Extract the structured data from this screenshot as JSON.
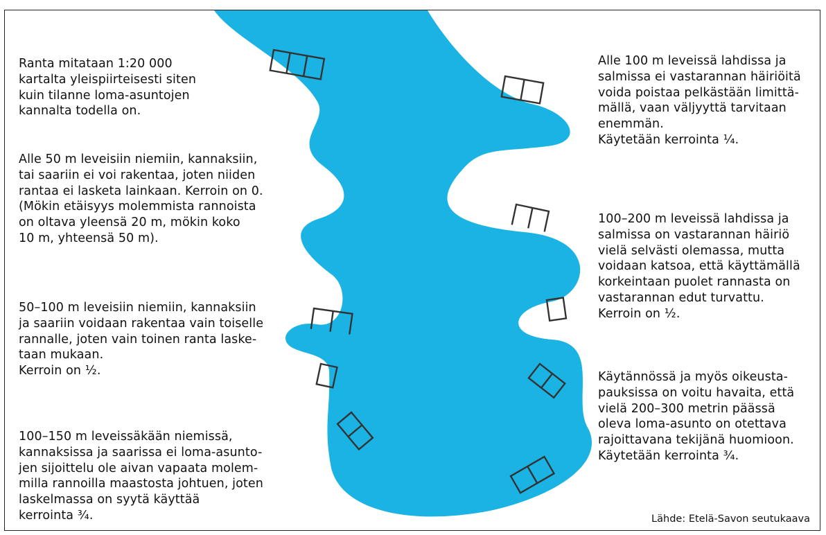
{
  "left_column": [
    {
      "text": "Ranta mitataan 1:20 000\nkartalta yleispiirteisesti siten\nkuin tilanne loma-asuntojen\nkannalta todella on."
    },
    {
      "text": "Alle 50 m leveisiin niemiin, kannaksiin,\ntai saariin ei voi rakentaa, joten niiden\nrantaa ei lasketa lainkaan. Kerroin on 0.\n(Mökin etäisyys molemmista rannoista\non oltava yleensä 20 m, mökin koko\n10 m, yhteensä 50 m)."
    },
    {
      "text": "50–100 m leveisiin niemiin, kannaksiin\nja saariin voidaan rakentaa vain toiselle\nrannalle, joten vain toinen ranta laske-\ntaan mukaan.\nKerroin on ½."
    },
    {
      "text": "100–150 m leveissäkään niemissä,\nkannaksissa ja saarissa ei loma-asunto-\njen sijoittelu ole aivan vapaata molem-\nmilla rannoilla maastosta johtuen, joten\nlaskelmassa on syytä käyttää\nkerrointa ¾."
    }
  ],
  "right_column": [
    {
      "text": "Alle 100 m leveissä lahdissa ja\nsalmissa ei vastarannan häiriöitä\nvoida poistaa pelkästään limittä-\nmällä, vaan väljyyttä tarvitaan\nenemmän.\nKäytetään kerrointa ¼."
    },
    {
      "text": "100–200 m leveissä lahdissa ja\nsalmissa on vastarannan häiriö\nvielä selvästi olemassa, mutta\nvoidaan katsoa, että käyttämällä\nkorkeintaan puolet rannasta on\nvastarannan edut turvattu.\nKerroin on ½."
    },
    {
      "text": "Käytännössä ja myös oikeusta-\npauksissa on voitu havaita, että\nvielä 200–300 metrin päässä\noleva loma-asunto on otettava\nrajoittavana tekijänä huomioon.\nKäytetään kerrointa ¾."
    }
  ],
  "source": "Lähde: Etelä-Savon seutukaava",
  "colors": {
    "water": "#1bb3e3",
    "outline": "#333333",
    "frame": "#222222"
  },
  "icons": [
    "lake-shape",
    "cabin-icon"
  ]
}
